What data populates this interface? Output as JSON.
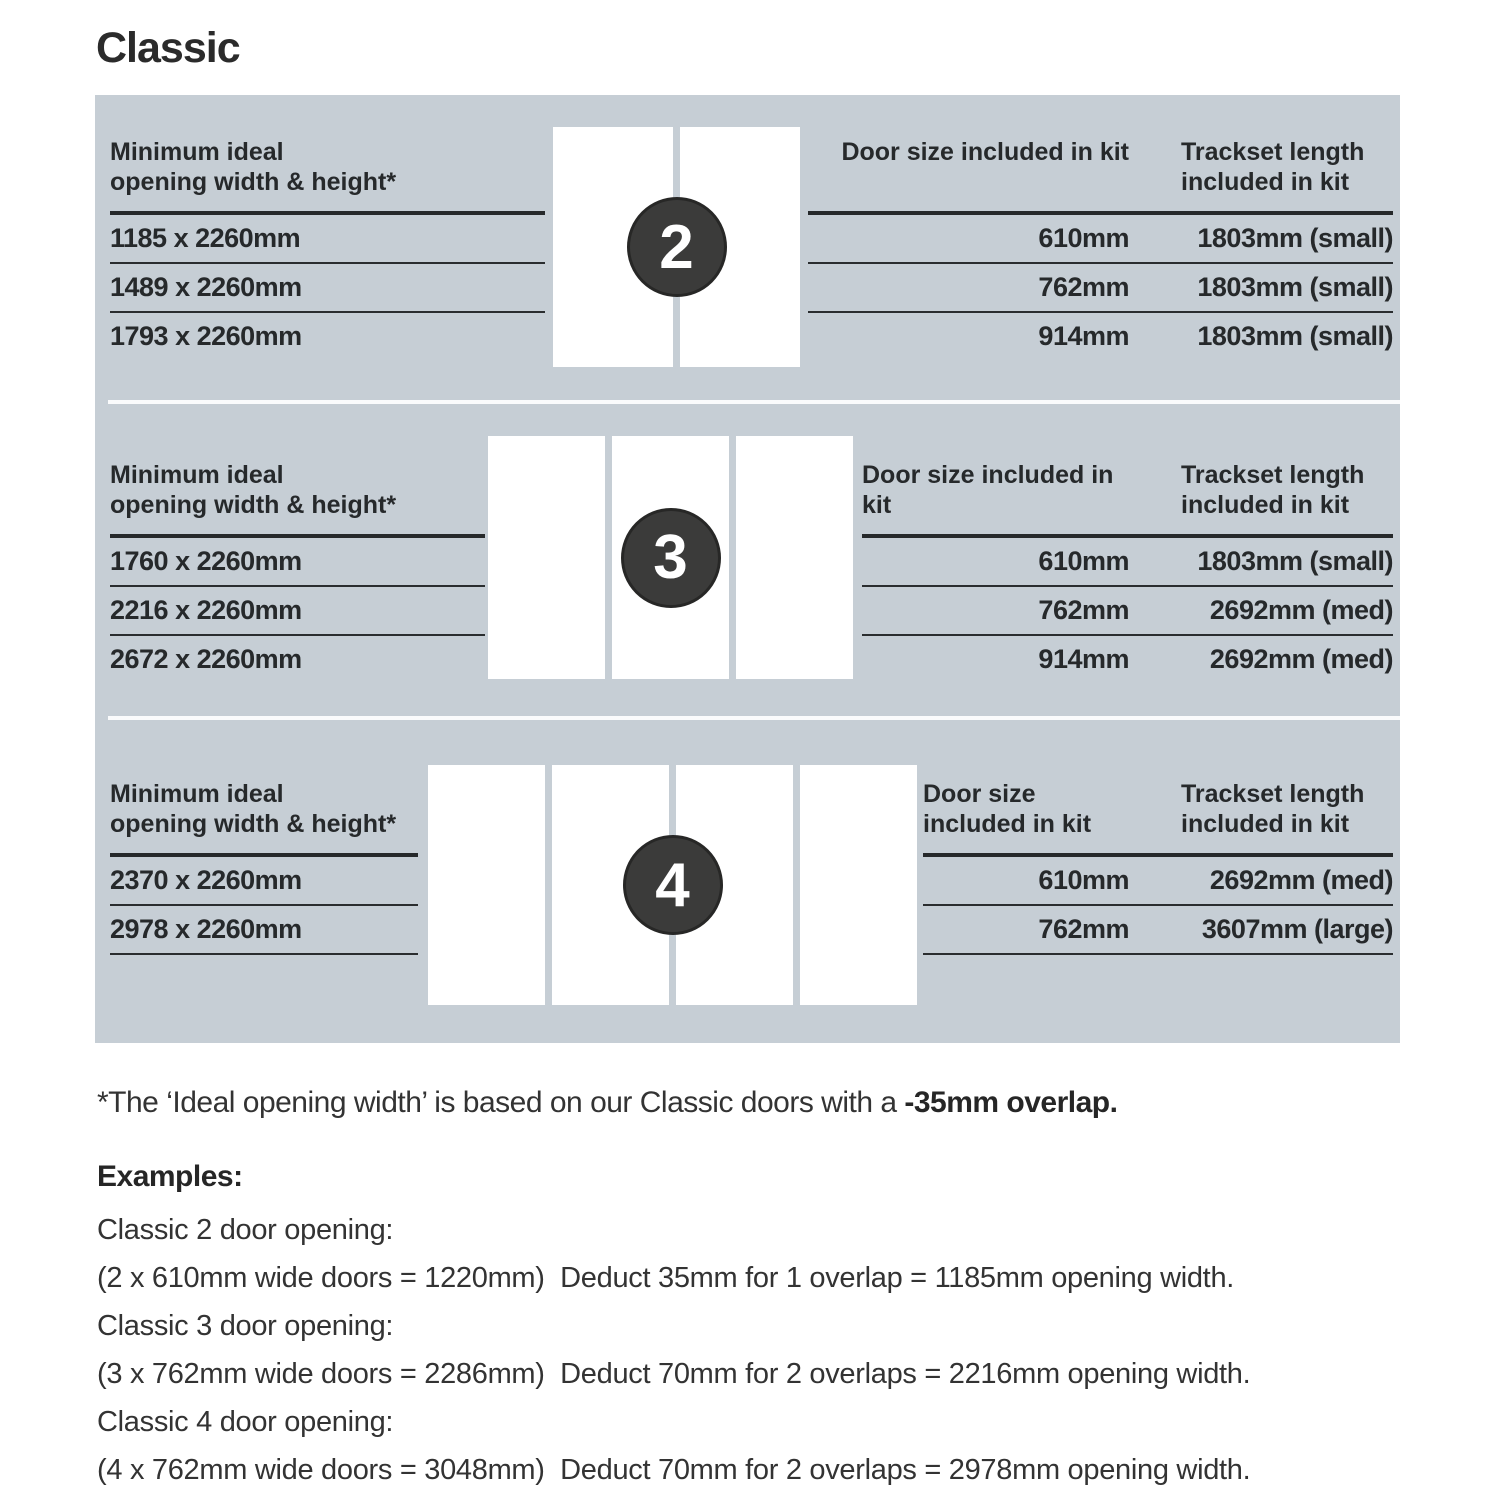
{
  "title": "Classic",
  "colors": {
    "panel_bg": "#c6ced5",
    "badge_bg": "#3b3b3a",
    "text": "#282828",
    "door_fill": "#ffffff"
  },
  "headers": {
    "left1": "Minimum ideal",
    "left2": "opening width & height*",
    "door1": "Door size",
    "door2": "included in kit",
    "track1": "Trackset length",
    "track2": "included in kit"
  },
  "sections": [
    {
      "badge": "2",
      "doors": 2,
      "openings": [
        "1185 x 2260mm",
        "1489 x 2260mm",
        "1793 x 2260mm"
      ],
      "rows": [
        {
          "door": "610mm",
          "track": "1803mm (small)"
        },
        {
          "door": "762mm",
          "track": "1803mm (small)"
        },
        {
          "door": "914mm",
          "track": "1803mm (small)"
        }
      ]
    },
    {
      "badge": "3",
      "doors": 3,
      "openings": [
        "1760 x 2260mm",
        "2216 x 2260mm",
        "2672 x 2260mm"
      ],
      "rows": [
        {
          "door": "610mm",
          "track": "1803mm (small)"
        },
        {
          "door": "762mm",
          "track": "2692mm (med)"
        },
        {
          "door": "914mm",
          "track": "2692mm (med)"
        }
      ]
    },
    {
      "badge": "4",
      "doors": 4,
      "openings": [
        "2370 x 2260mm",
        "2978 x 2260mm"
      ],
      "rows": [
        {
          "door": "610mm",
          "track": "2692mm (med)"
        },
        {
          "door": "762mm",
          "track": "3607mm (large)"
        }
      ]
    }
  ],
  "footnote": {
    "normal": "*The ‘Ideal opening width’ is based on our Classic doors with a ",
    "bold": "-35mm overlap."
  },
  "examples": {
    "heading": "Examples:",
    "lines": [
      "Classic 2 door opening:",
      "(2 x 610mm wide doors = 1220mm)  Deduct 35mm for 1 overlap = 1185mm opening width.",
      "Classic 3 door opening:",
      "(3 x 762mm wide doors = 2286mm)  Deduct 70mm for 2 overlaps = 2216mm opening width.",
      "Classic 4 door opening:",
      "(4 x 762mm wide doors = 3048mm)  Deduct 70mm for 2 overlaps = 2978mm opening width."
    ]
  }
}
